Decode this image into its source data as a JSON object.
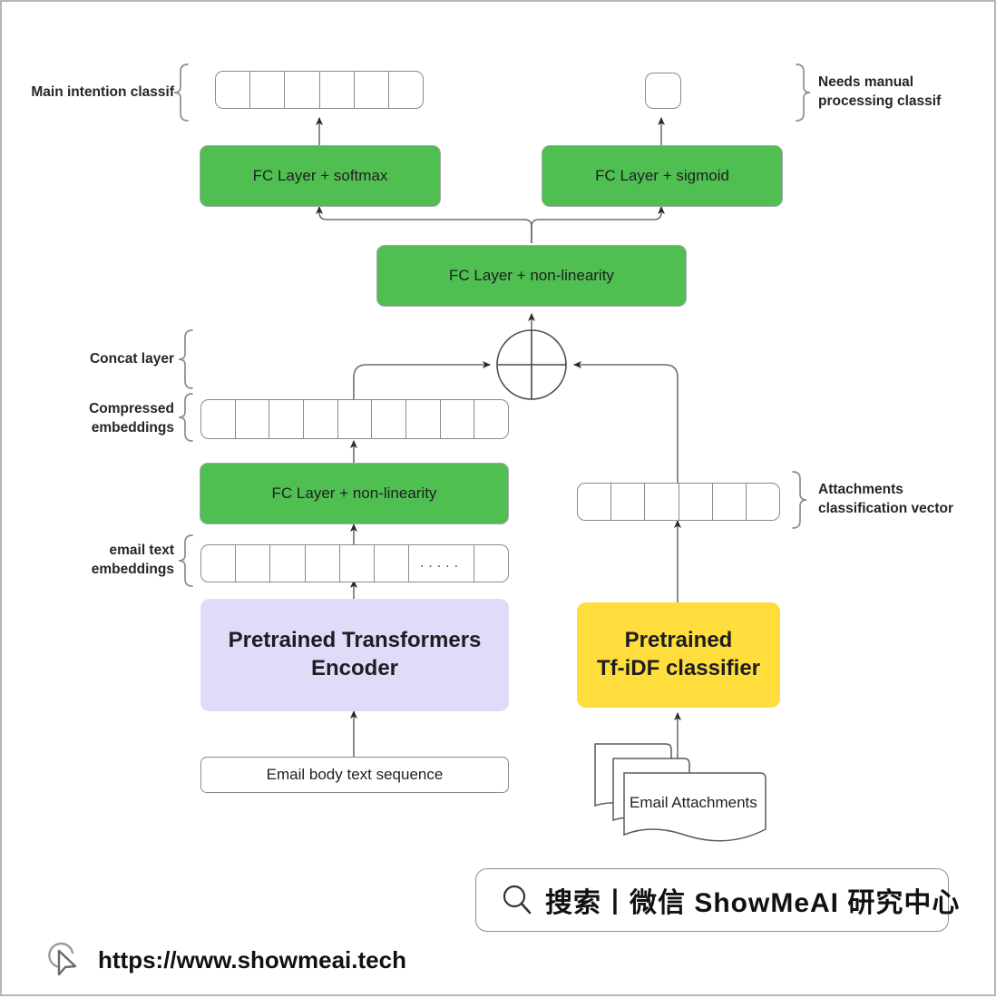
{
  "diagram": {
    "title": "Email intention classification architecture",
    "colors": {
      "green": "#4fbf51",
      "purple": "#dedcf8",
      "yellow": "#ffdd3c",
      "stroke": "#8a8a8a",
      "text": "#1f1f1f"
    },
    "labels": {
      "main_intention": "Main intention classif",
      "needs_manual": "Needs manual\nprocessing classif",
      "concat_layer": "Concat layer",
      "compressed_embeddings": "Compressed\nembeddings",
      "email_text_embeddings": "email text\nembeddings",
      "attachments_vector": "Attachments\nclassification vector"
    },
    "nodes": {
      "fc_softmax": "FC Layer + softmax",
      "fc_sigmoid": "FC Layer + sigmoid",
      "fc_nonlinear_top": "FC Layer + non-linearity",
      "fc_nonlinear_mid": "FC Layer + non-linearity",
      "pretrained_encoder": "Pretrained Transformers\nEncoder",
      "pretrained_tfidf": "Pretrained\nTf-iDF classifier",
      "email_body": "Email body text sequence",
      "email_attachments": "Email Attachments",
      "concat_symbol": "+"
    },
    "vectors": {
      "main_intention_cells": 6,
      "needs_manual_cells": 1,
      "compressed_cells": 9,
      "email_text_cells": 8,
      "email_text_ellipsis_index": 6,
      "email_text_ellipsis": ".....",
      "attachments_cells": 6
    }
  },
  "footer": {
    "search_text": "搜索丨微信 ShowMeAI 研究中心",
    "search_icon": "magnifier-icon",
    "url": "https://www.showmeai.tech",
    "cursor_icon": "cursor-arrow-icon"
  }
}
